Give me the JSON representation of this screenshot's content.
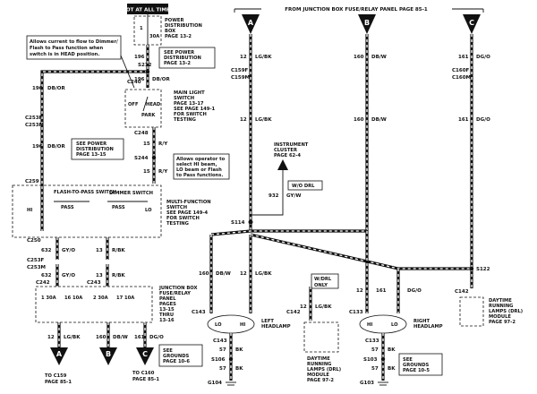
{
  "header": {
    "hot_at_all_times": "HOT AT ALL TIMES",
    "from_junction": "FROM JUNCTION BOX FUSE/RELAY PANEL PAGE 85-1"
  },
  "terminals": {
    "A": "A",
    "B": "B",
    "C": "C"
  },
  "notes": {
    "allows_pass": [
      "Allows current to flow to Dimmer/",
      "Flash to Pass function when",
      "switch is in HEAD position."
    ],
    "allows_operator": [
      "Allows operator to",
      "select HI beam,",
      "LO beam or Flash",
      "to Pass functions."
    ],
    "see_power_pd": [
      "SEE POWER",
      "DISTRIBUTION",
      "PAGE 13-2"
    ],
    "see_power_pd2": [
      "SEE POWER",
      "DISTRIBUTION",
      "PAGE 13-15"
    ],
    "see_grounds_left": [
      "SEE",
      "GROUNDS",
      "PAGE 10-6"
    ],
    "see_grounds_right": [
      "SEE",
      "GROUNDS",
      "PAGE 10-5"
    ]
  },
  "components": {
    "power_distribution_box": [
      "POWER",
      "DISTRIBUTION",
      "BOX",
      "PAGE 13-2"
    ],
    "main_light_switch": [
      "MAIN LIGHT",
      "SWITCH",
      "PAGE 13-17",
      "SEE PAGE 149-1",
      "FOR SWITCH",
      "TESTING"
    ],
    "multi_function_switch": [
      "MULTI-FUNCTION",
      "SWITCH",
      "SEE PAGE 149-4",
      "FOR SWITCH",
      "TESTING"
    ],
    "junction_box_panel": [
      "JUNCTION BOX",
      "FUSE/RELAY",
      "PANEL",
      "PAGES",
      "13-15",
      "THRU",
      "13-16"
    ],
    "instrument_cluster": [
      "INSTRUMENT",
      "CLUSTER",
      "PAGE 62-4"
    ],
    "left_headlamp": [
      "LEFT",
      "HEADLAMP"
    ],
    "right_headlamp": [
      "RIGHT",
      "HEADLAMP"
    ],
    "drl_module_mid": [
      "DAYTIME",
      "RUNNING",
      "LAMPS (DRL)",
      "MODULE",
      "PAGE 97-2"
    ],
    "drl_module_right": [
      "DAYTIME",
      "RUNNING",
      "LAMPS (DRL)",
      "MODULE",
      "PAGE 97-2"
    ],
    "wdrl_only": [
      "W/DRL",
      "ONLY"
    ],
    "wo_drl": "W/O DRL",
    "flash_to_pass": "FLASH-TO-PASS SWITCH",
    "dimmer_switch": "DIMMER SWITCH",
    "to_c159": [
      "TO C159",
      "PAGE 85-1"
    ],
    "to_c160": [
      "TO C160",
      "PAGE 85-1"
    ]
  },
  "connectors": [
    "S212",
    "C240",
    "C253F",
    "C253M",
    "C248",
    "S244",
    "C250",
    "C259",
    "C253F",
    "C253M",
    "C242",
    "C243",
    "C143",
    "C142",
    "C133",
    "C142",
    "S114",
    "S122",
    "C159F",
    "C159M",
    "C160F",
    "C160M",
    "S106",
    "S103",
    "G104",
    "G103"
  ],
  "wires": {
    "w196_db_or": "196  DB/OR",
    "w12_lg_bk": "12  LG/BK",
    "w160_db_w": "160  DB/W",
    "w161_dg_o": "161  DG/O",
    "w15_r_y": "15  R/Y",
    "w632_gy_o": "632  GY/O",
    "w13_r_bk": "13  R/BK",
    "w932_gy_w": "932  GY/W",
    "w57_bk": "57  BK"
  },
  "fuses": [
    "1 30A",
    "16 10A",
    "2 30A",
    "17 10A"
  ],
  "switch_labels": [
    "OFF",
    "PARK",
    "HEAD",
    "HI",
    "LO",
    "PASS"
  ]
}
